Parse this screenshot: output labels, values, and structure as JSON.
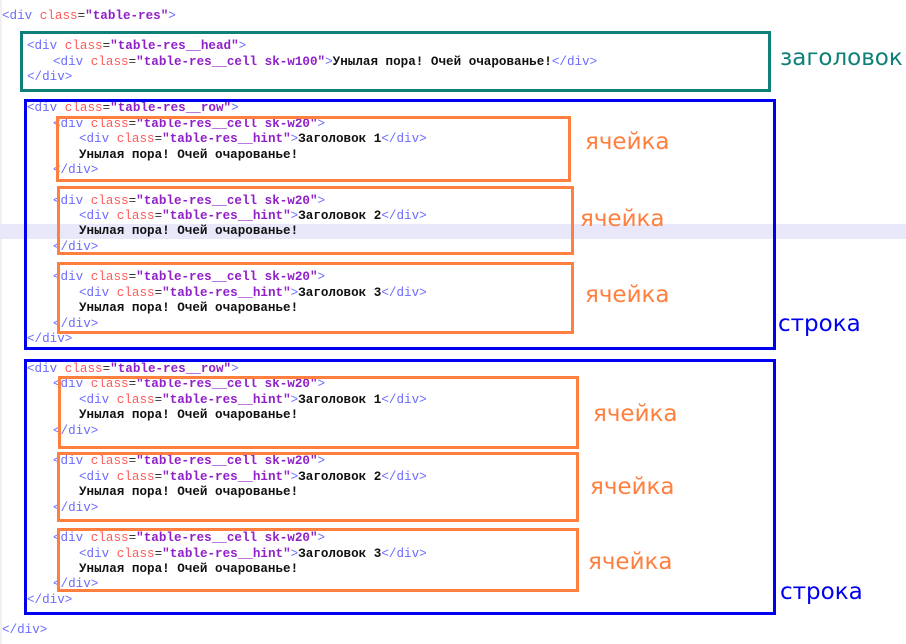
{
  "code_lines": [
    "<div class=\"table-res\">",
    "<div class=\"table-res__head\">",
    "<div class=\"table-res__cell sk-w100\">Унылая пора! Очей очарованье!</div>",
    "</div>",
    "<div class=\"table-res__row\">",
    "<div class=\"table-res__cell sk-w20\">",
    "<div class=\"table-res__hint\">Заголовок 1</div>",
    "Унылая пора! Очей очарованье!",
    "</div>",
    "<div class=\"table-res__cell sk-w20\">",
    "<div class=\"table-res__hint\">Заголовок 2</div>",
    "Унылая пора! Очей очарованье!",
    "</div>",
    "<div class=\"table-res__cell sk-w20\">",
    "<div class=\"table-res__hint\">Заголовок 3</div>",
    "Унылая пора! Очей очарованье!",
    "</div>",
    "</div>",
    "<div class=\"table-res__row\">",
    "<div class=\"table-res__cell sk-w20\">",
    "<div class=\"table-res__hint\">Заголовок 1</div>",
    "Унылая пора! Очей очарованье!",
    "</div>",
    "<div class=\"table-res__cell sk-w20\">",
    "<div class=\"table-res__hint\">Заголовок 2</div>",
    "Унылая пора! Очей очарованье!",
    "</div>",
    "<div class=\"table-res__cell sk-w20\">",
    "<div class=\"table-res__hint\">Заголовок 3</div>",
    "Унылая пора! Очей очарованье!",
    "</div>",
    "</div>",
    "</div>"
  ],
  "annotations": {
    "head": "заголовок",
    "cell": "ячейка",
    "row": "строка"
  },
  "colors": {
    "head_box": "#0f8078",
    "row_box": "#0000ee",
    "cell_box": "#ff7f3f"
  }
}
